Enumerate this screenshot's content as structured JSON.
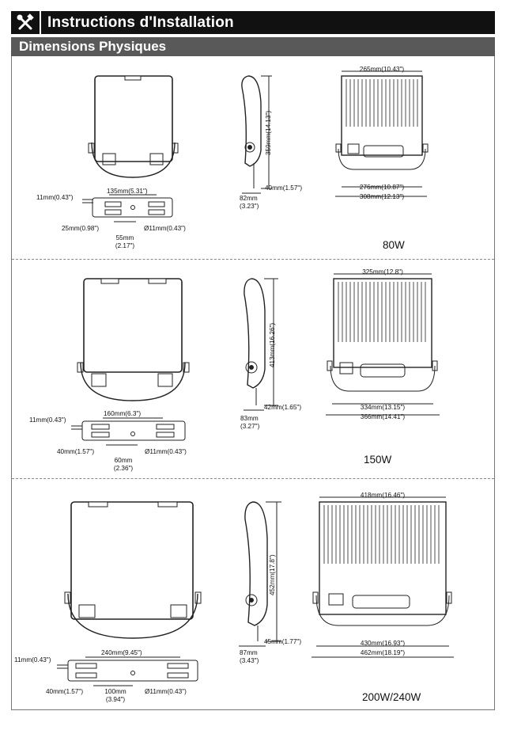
{
  "header": {
    "title": "Instructions d'Installation",
    "icon": "tools-icon"
  },
  "section": {
    "title": "Dimensions Physiques"
  },
  "models": [
    {
      "watt": "80W",
      "bracket_width": "135mm(5.31\")",
      "edge": "11mm(0.43\")",
      "hole_offset": "25mm(0.98\")",
      "hole_diam": "Ø11mm(0.43\")",
      "slot_mm": "55mm",
      "slot_in": "(2.17\")",
      "height": "359mm(14.13\")",
      "depth_mm": "82mm",
      "depth_in": "(3.23\")",
      "side_offset": "40mm(1.57\")",
      "top_width": "265mm(10.43\")",
      "bracket_span": "276mm(10.87\")",
      "total_width": "308mm(12.13\")"
    },
    {
      "watt": "150W",
      "bracket_width": "160mm(6.3\")",
      "edge": "11mm(0.43\")",
      "hole_offset": "40mm(1.57\")",
      "hole_diam": "Ø11mm(0.43\")",
      "slot_mm": "60mm",
      "slot_in": "(2.36\")",
      "height": "413mm(16.26\")",
      "depth_mm": "83mm",
      "depth_in": "(3.27\")",
      "side_offset": "42mm(1.65\")",
      "top_width": "325mm(12.8\")",
      "bracket_span": "334mm(13.15\")",
      "total_width": "366mm(14.41\")"
    },
    {
      "watt": "200W/240W",
      "bracket_width": "240mm(9.45\")",
      "edge": "11mm(0.43\")",
      "hole_offset": "40mm(1.57\")",
      "hole_diam": "Ø11mm(0.43\")",
      "slot_mm": "100mm",
      "slot_in": "(3.94\")",
      "height": "452mm(17.8\")",
      "depth_mm": "87mm",
      "depth_in": "(3.43\")",
      "side_offset": "45mm(1.77\")",
      "top_width": "418mm(16.46\")",
      "bracket_span": "430mm(16.93\")",
      "total_width": "462mm(18.19\")"
    }
  ]
}
